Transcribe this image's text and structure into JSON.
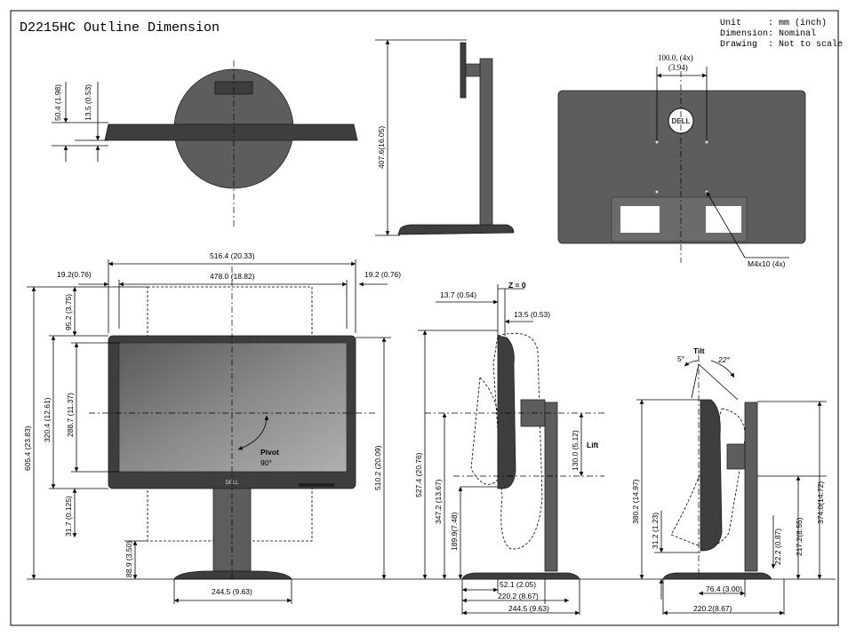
{
  "title": "D2215HC Outline Dimension",
  "legend": [
    {
      "label": "Unit",
      "value": ": mm (inch)"
    },
    {
      "label": "Dimension",
      "value": ": Nominal"
    },
    {
      "label": "Drawing",
      "value": ": Not to scale"
    }
  ],
  "top_view": {
    "d1": "50.4 (1.98)",
    "d2": "13.5 (0.53)"
  },
  "side_top": {
    "height": "407.6(16.05)"
  },
  "rear_view": {
    "vesa_h": "100.0,  (4x)",
    "vesa_in": "(3.94)",
    "brand": "DELL",
    "screw": "M4x10 (4x)"
  },
  "front_view": {
    "overall_width": "516.4 (20.33)",
    "screen_width": "478.0 (18.82)",
    "bezel_left": "19.2(0.76)",
    "bezel_right": "19.2 (0.76)",
    "top_offset": "95.2 (3.75)",
    "panel_height": "320.4 (12.61)",
    "screen_height": "288.7 (11.37)",
    "pivot_total": "605.4 (23.83)",
    "bottom_bezel": "31.7 (0.125)",
    "lower_clear": "88.9 (3.50)",
    "total_height": "510.2 (20.09)",
    "base_width": "244.5 (9.63)",
    "pivot_label": "Pivot",
    "pivot_angle": "90°",
    "logo": "DELL"
  },
  "side_lift": {
    "z": "Z = 0",
    "d_front": "13.7 (0.54)",
    "d_back": "13.5 (0.53)",
    "lift": "130.0 (5.12)",
    "lift_label": "Lift",
    "h_max": "527.4 (20.76)",
    "h_mid": "347.2 (13.67)",
    "h_low": "189.9(7.48)",
    "d_52": "52.1 (2.05)",
    "d_220": "220.2 (8.67)",
    "d_244": "244.5 (9.63)"
  },
  "side_tilt": {
    "tilt_label": "Tilt",
    "angle_fwd": "5°",
    "angle_back": "22°",
    "h_380": "380.2 (14.97)",
    "h_31": "31.2 (1.23)",
    "h_22": "22.2 (0.87)",
    "h_217": "217.2(8.55)",
    "h_374": "374.0(14.72)",
    "d_76": "76.4 (3.00)",
    "d_220": "220.2(8.67)"
  },
  "colors": {
    "body": "#5d5d5d",
    "screen": "#7a7a7a",
    "dark": "#3e3e3e"
  }
}
